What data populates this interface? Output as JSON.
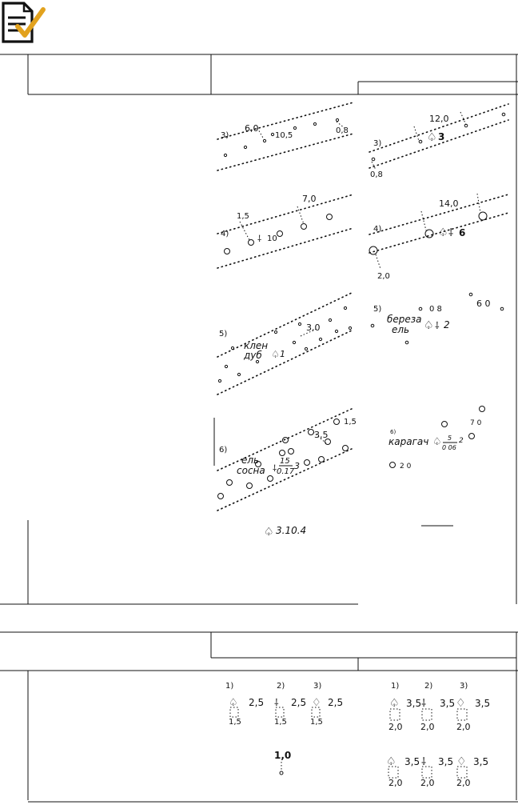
{
  "labels": {
    "r3": "3)",
    "r4": "4)",
    "r5": "5)",
    "r6": "6)",
    "n1": "1)",
    "n2": "2)",
    "n3": "3)"
  },
  "left": {
    "p3": {
      "a": "6,0",
      "b": "10,5",
      "c": "0,8"
    },
    "p4": {
      "a": "1,5",
      "b": "10",
      "c": "7,0"
    },
    "p5": {
      "sp1": "клен",
      "sp2": "дуб",
      "num": "1",
      "a": "3,0"
    },
    "p6": {
      "sp1": "ель",
      "sp2": "сосна",
      "num": "15",
      "den": "0.17",
      "tail": "3",
      "a": "3,5",
      "b": "1,5"
    }
  },
  "right": {
    "p3": {
      "a": "12,0",
      "b": "3",
      "c": "0,8"
    },
    "p4": {
      "a": "14,0",
      "b": "6",
      "c": "2,0"
    },
    "p5": {
      "sp1": "береза",
      "sp2": "ель",
      "a": "0 8",
      "b": "6 0",
      "num": "2"
    },
    "p6": {
      "sp": "карагач",
      "num": "5",
      "den": "0 06",
      "tail": "2",
      "a": "7 0",
      "b": "2 0"
    }
  },
  "caption": "3.10.4",
  "bottom_left": {
    "w": "2,5",
    "h": "1,5",
    "center": "1,0"
  },
  "bottom_right": {
    "w": "3,5",
    "h": "2,0"
  }
}
